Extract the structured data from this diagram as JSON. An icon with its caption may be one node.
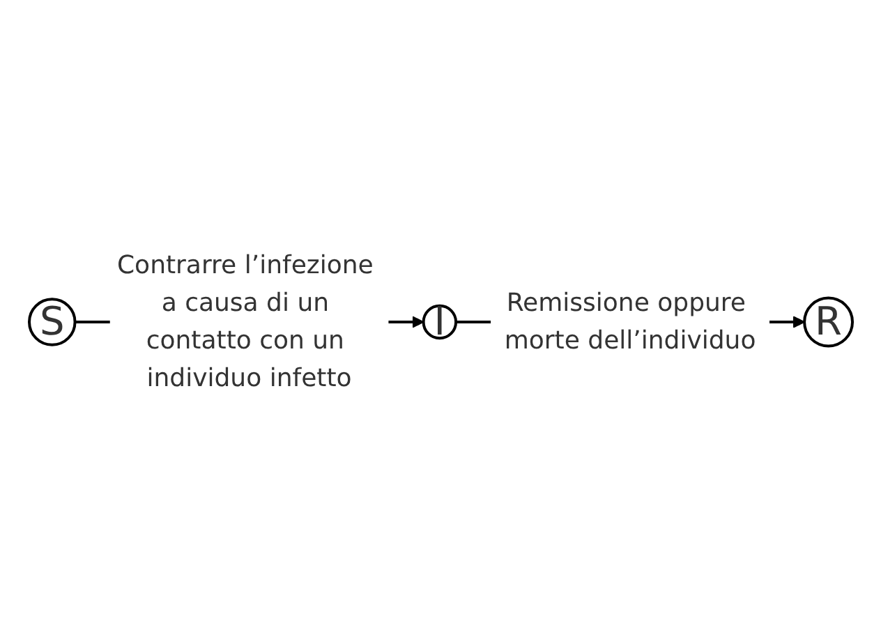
{
  "diagram": {
    "nodes": [
      {
        "text": [
          "S"
        ]
      },
      {
        "text": [
          "I"
        ]
      },
      {
        "text": [
          "R"
        ]
      }
    ],
    "edges": [
      {
        "from": 0,
        "to": 1,
        "arrow": "to",
        "label": "Contrarre l’infezione a causa di un contatto con un individuo infetto"
      },
      {
        "from": 1,
        "to": 2,
        "arrow": "to",
        "label": "Remissione oppure morte dell’individuo"
      }
    ]
  }
}
